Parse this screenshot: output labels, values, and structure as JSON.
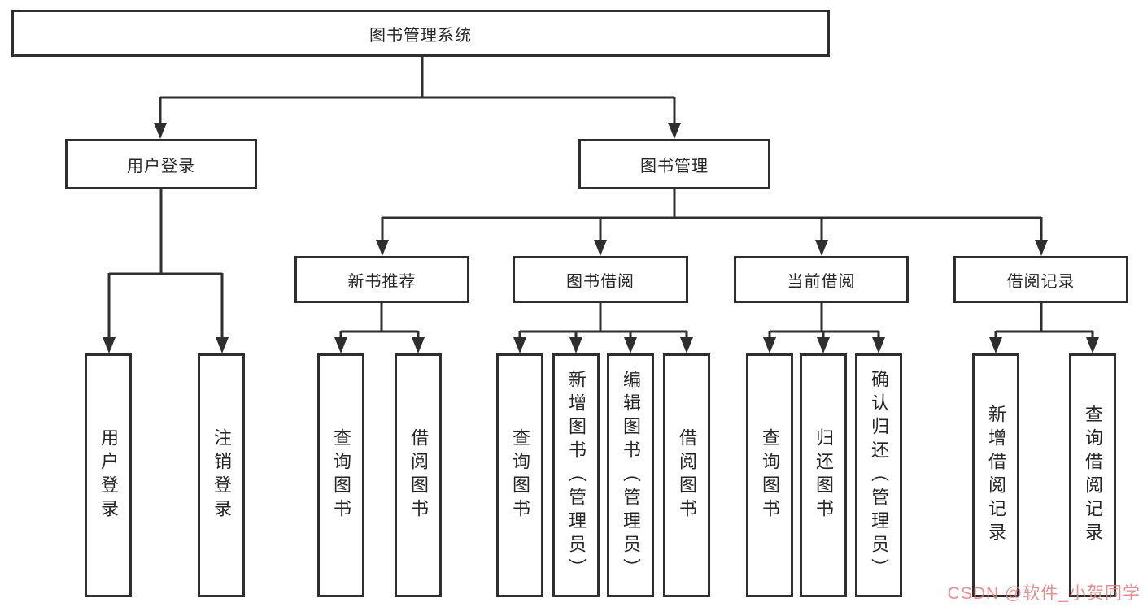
{
  "colors": {
    "line": "#2e2e2e",
    "box_border": "#2e2e2e",
    "text": "#262626",
    "watermark": "#e07d7d"
  },
  "tree": {
    "root": {
      "label": "图书管理系统"
    },
    "branches": [
      {
        "label": "用户登录",
        "children": [
          {
            "label": "用户登录"
          },
          {
            "label": "注销登录"
          }
        ]
      },
      {
        "label": "图书管理",
        "children": [
          {
            "label": "新书推荐",
            "children": [
              {
                "label": "查询图书"
              },
              {
                "label": "借阅图书"
              }
            ]
          },
          {
            "label": "图书借阅",
            "children": [
              {
                "label": "查询图书"
              },
              {
                "label": "新增图书（管理员）"
              },
              {
                "label": "编辑图书（管理员）"
              },
              {
                "label": "借阅图书"
              }
            ]
          },
          {
            "label": "当前借阅",
            "children": [
              {
                "label": "查询图书"
              },
              {
                "label": "归还图书"
              },
              {
                "label": "确认归还（管理员）"
              }
            ]
          },
          {
            "label": "借阅记录",
            "children": [
              {
                "label": "新增借阅记录"
              },
              {
                "label": "查询借阅记录"
              }
            ]
          }
        ]
      }
    ]
  },
  "watermark": {
    "text": "CSDN @软件_小贺同学"
  }
}
